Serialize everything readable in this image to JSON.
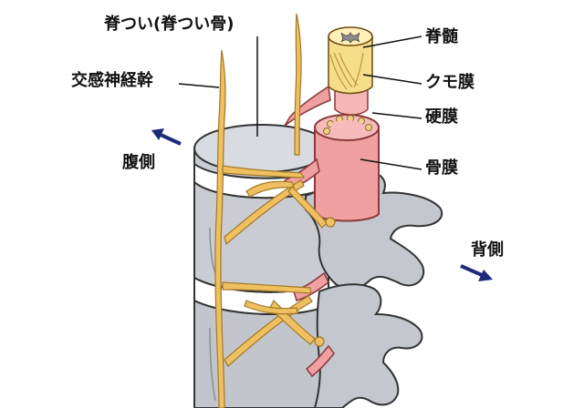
{
  "labels": {
    "vertebra": "脊つい(脊つい骨)",
    "sympathetic_trunk": "交感神経幹",
    "ventral": "腹側",
    "dorsal": "背側",
    "spinal_cord": "脊髄",
    "arachnoid": "クモ膜",
    "dura": "硬膜",
    "periosteum": "骨膜"
  },
  "colors": {
    "nerve": "#f0c060",
    "nerve_stroke": "#a07828",
    "bone": "#c9ccd2",
    "bone_stroke": "#333333",
    "disc": "#ffffff",
    "dura": "#f0a0a0",
    "dura_stroke": "#8a3a3a",
    "arrow": "#1e2a7a"
  }
}
